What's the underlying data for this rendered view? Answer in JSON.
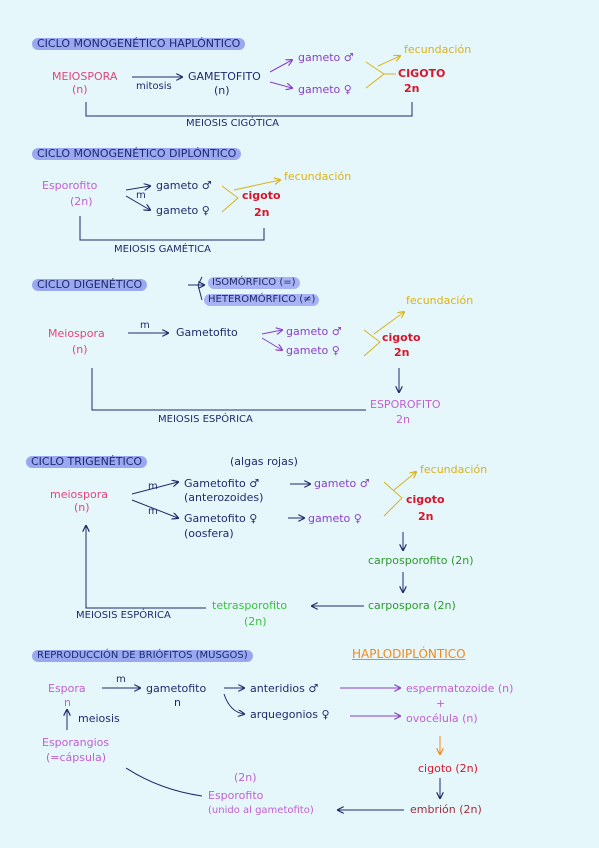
{
  "colors": {
    "background": "#e6f7fc",
    "highlight": "#9aa8f2",
    "navy": "#1f2a6b",
    "pink": "#e0457a",
    "purple": "#8a3fc9",
    "orchid": "#c25fd0",
    "red": "#d8152a",
    "yellow": "#d9b21a",
    "green": "#2c9a2c",
    "light_green": "#39c13c",
    "orange": "#f08a18",
    "brown": "#9c2f3c"
  },
  "s1": {
    "title": "CICLO MONOGENÉTICO HAPLÓNTICO",
    "meiospora": "MEIOSPORA",
    "meiospora_n": "(n)",
    "mitosis": "mitosis",
    "gametofito": "GAMETOFITO",
    "gametofito_n": "(n)",
    "gameto_m": "gameto ♂",
    "gameto_f": "gameto ♀",
    "fecundacion": "fecundación",
    "cigoto": "CIGOTO",
    "cigoto_2n": "2n",
    "meiosis": "MEIOSIS CIGÓTICA"
  },
  "s2": {
    "title": "CICLO MONOGENÉTICO DIPLÓNTICO",
    "esporofito": "Esporofito",
    "esporofito_2n": "(2n)",
    "m": "m",
    "gameto_m": "gameto ♂",
    "gameto_f": "gameto ♀",
    "fecundacion": "fecundación",
    "cigoto": "cigoto",
    "cigoto_2n": "2n",
    "meiosis": "MEIOSIS GAMÉTICA"
  },
  "s3": {
    "title": "CICLO DIGENÉTICO",
    "isomorfico": "ISOMÓRFICO (=)",
    "heteromorfico": "HETEROMÓRFICO (≠)",
    "meiospora": "Meiospora",
    "meiospora_n": "(n)",
    "m": "m",
    "gametofito": "Gametofito",
    "gameto_m": "gameto ♂",
    "gameto_f": "gameto ♀",
    "fecundacion": "fecundación",
    "cigoto": "cigoto",
    "cigoto_2n": "2n",
    "esporofito": "ESPOROFITO",
    "esporofito_2n": "2n",
    "meiosis": "MEIOSIS ESPÓRICA"
  },
  "s4": {
    "title": "CICLO TRIGENÉTICO",
    "subtitle": "(algas rojas)",
    "meiospora": "meiospora",
    "meiospora_n": "(n)",
    "m1": "m",
    "m2": "m",
    "gametofito_m": "Gametofito ♂",
    "anterozoides": "(anterozoides)",
    "gametofito_f": "Gametofito ♀",
    "oosfera": "(oosfera)",
    "gameto_m": "gameto ♂",
    "gameto_f": "gameto ♀",
    "fecundacion": "fecundación",
    "cigoto": "cigoto",
    "cigoto_2n": "2n",
    "carposporofito": "carposporofito (2n)",
    "carpospora": "carpospora (2n)",
    "tetrasporofito": "tetrasporofito",
    "tetrasporofito_2n": "(2n)",
    "meiosis": "MEIOSIS ESPÓRICA"
  },
  "s5": {
    "title": "REPRODUCCIÓN DE BRIÓFITOS (MUSGOS)",
    "haplodiplontico": "HAPLODIPLÓNTICO",
    "espora": "Espora",
    "espora_n": "n",
    "m": "m",
    "gametofito": "gametofito",
    "gametofito_n": "n",
    "anteridios": "anteridios ♂",
    "arquegonios": "arquegonios ♀",
    "espermatozoide": "espermatozoide (n)",
    "plus": "+",
    "ovocelula": "ovocélula (n)",
    "cigoto": "cigoto (2n)",
    "embrion": "embrión (2n)",
    "esporofito_2n": "(2n)",
    "esporofito": "Esporofito",
    "esporofito_note": "(unido al gametofito)",
    "meiosis": "meiosis",
    "esporangios": "Esporangios",
    "capsula": "(=cápsula)"
  }
}
